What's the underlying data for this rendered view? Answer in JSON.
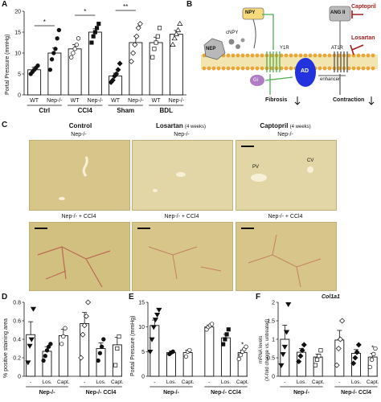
{
  "panels": {
    "A": "A",
    "B": "B",
    "C": "C",
    "D": "D",
    "E": "E",
    "F": "F"
  },
  "panelA": {
    "ylabel": "Portal Pressure (mmHg)",
    "yticks": [
      "0",
      "5",
      "10",
      "15",
      "20"
    ],
    "ylim": [
      0,
      20
    ],
    "genotypes": [
      "WT",
      "Nep-/-",
      "WT",
      "Nep-/-",
      "WT",
      "Nep-/-",
      "WT",
      "Nep-/-"
    ],
    "groups": [
      "Ctrl",
      "CCl4",
      "Sham",
      "BDL"
    ],
    "sig": [
      "*",
      "*",
      "**"
    ]
  },
  "panelB": {
    "npy": "NPY",
    "cnpy": "cNPY",
    "nep": "NEP",
    "y1r": "Y1R",
    "gi": "Gi",
    "ad": "AD",
    "enhancer": "enhancer",
    "at1r": "AT1R",
    "angii": "ANG II",
    "captopril": "Captopril",
    "losartan": "Losartan",
    "fibrosis": "Fibrosis",
    "contraction": "Contraction"
  },
  "panelC": {
    "col_control": "Control",
    "col_losartan": "Losartan",
    "col_losartan_note": "(4 weeks)",
    "col_captopril": "Captopril",
    "col_captopril_note": "(4 weeks)",
    "row1_label": "Nep-/-",
    "row2_label": "Nep-/- + CCl4",
    "pv": "PV",
    "cv": "CV"
  },
  "panelD": {
    "ylabel": "% positive staining area",
    "yticks": [
      "0",
      "0.2",
      "0.4",
      "0.6",
      "0.8"
    ],
    "treat": [
      "-",
      "Los.",
      "Capt.",
      "-",
      "Los.",
      "Capt."
    ],
    "group1": "Nep-/-",
    "group2": "Nep-/- CCl4"
  },
  "panelE": {
    "ylabel": "Portal Pressure (mmHg)",
    "yticks": [
      "0",
      "5",
      "10",
      "15"
    ],
    "treat": [
      "-",
      "Los.",
      "Capt.",
      "-",
      "Los.",
      "Capt."
    ],
    "group1": "Nep-/-",
    "group2": "Nep-/- CCl4",
    "sig": "*"
  },
  "panelF": {
    "title": "Col1a1",
    "ylabel1": "mRNA levels",
    "ylabel2": "(X-fold change vs. untreated)",
    "yticks": [
      "0",
      "0.5",
      "1",
      "1.5",
      "2"
    ],
    "treat": [
      "-",
      "Los.",
      "Capt.",
      "-",
      "Los.",
      "Capt."
    ],
    "group1": "Nep-/-",
    "group2": "Nep-/- CCl4",
    "sig": "*"
  },
  "chart_data": [
    {
      "type": "bar",
      "panel": "A",
      "ylabel": "Portal Pressure (mmHg)",
      "ylim": [
        0,
        20
      ],
      "categories": [
        "Ctrl WT",
        "Ctrl Nep-/-",
        "CCl4 WT",
        "CCl4 Nep-/-",
        "Sham WT",
        "Sham Nep-/-",
        "BDL WT",
        "BDL Nep-/-"
      ],
      "values": [
        6,
        10,
        11,
        15,
        4.5,
        12.5,
        12.5,
        14.5
      ],
      "errors": [
        0.6,
        1.2,
        1.0,
        0.8,
        0.7,
        1.5,
        1.3,
        0.9
      ],
      "points": [
        [
          5,
          5.5,
          6,
          6.5,
          7
        ],
        [
          6,
          8.5,
          10,
          11,
          13.5,
          15.5
        ],
        [
          9,
          10,
          11,
          12,
          13.5
        ],
        [
          12.5,
          14,
          15,
          16,
          17
        ],
        [
          3,
          3.5,
          4.5,
          5,
          6,
          7.5
        ],
        [
          8,
          10,
          12,
          14,
          16,
          17
        ],
        [
          9,
          11,
          12.5,
          14,
          16
        ],
        [
          12,
          13.5,
          14.5,
          15.5,
          17
        ]
      ]
    },
    {
      "type": "bar",
      "panel": "D",
      "ylabel": "% positive staining area",
      "ylim": [
        0,
        0.8
      ],
      "categories": [
        "-",
        "Los.",
        "Capt.",
        "-",
        "Los.",
        "Capt."
      ],
      "values": [
        0.45,
        0.27,
        0.44,
        0.57,
        0.3,
        0.34
      ],
      "errors": [
        0.14,
        0.05,
        0.07,
        0.12,
        0.06,
        0.08
      ],
      "points": [
        [
          0.15,
          0.33,
          0.4,
          0.73
        ],
        [
          0.17,
          0.22,
          0.28,
          0.32,
          0.35
        ],
        [
          0.35,
          0.43,
          0.52
        ],
        [
          0.2,
          0.45,
          0.55,
          0.65,
          0.8
        ],
        [
          0.17,
          0.25,
          0.32,
          0.4
        ],
        [
          0.12,
          0.3,
          0.43
        ]
      ]
    },
    {
      "type": "bar",
      "panel": "E",
      "ylabel": "Portal Pressure (mmHg)",
      "ylim": [
        0,
        15
      ],
      "categories": [
        "-",
        "Los.",
        "Capt.",
        "-",
        "Los.",
        "Capt."
      ],
      "values": [
        10.3,
        4.8,
        4.8,
        10.0,
        7.8,
        4.8
      ],
      "errors": [
        1.1,
        0.3,
        0.5,
        0.4,
        0.7,
        0.5
      ],
      "points": [
        [
          5,
          7.5,
          10,
          11.5,
          12.5,
          13.5
        ],
        [
          4.5,
          4.8,
          5
        ],
        [
          4,
          5,
          5.3
        ],
        [
          9.5,
          10,
          10.3,
          10.6
        ],
        [
          6.5,
          7.5,
          8.5,
          9.5
        ],
        [
          3.5,
          4.3,
          5,
          5.5,
          6
        ]
      ]
    },
    {
      "type": "bar",
      "panel": "F",
      "title": "Col1a1",
      "ylabel": "mRNA levels (X-fold change vs. untreated)",
      "ylim": [
        0,
        2
      ],
      "categories": [
        "-",
        "Los.",
        "Capt.",
        "-",
        "Los.",
        "Capt."
      ],
      "values": [
        1.0,
        0.65,
        0.52,
        0.98,
        0.62,
        0.52
      ],
      "errors": [
        0.38,
        0.1,
        0.08,
        0.26,
        0.1,
        0.1
      ],
      "points": [
        [
          0.3,
          0.6,
          0.8,
          1.2,
          1.95
        ],
        [
          0.4,
          0.55,
          0.7,
          0.85
        ],
        [
          0.3,
          0.45,
          0.55,
          0.7
        ],
        [
          0.3,
          0.75,
          1.0,
          1.5
        ],
        [
          0.35,
          0.5,
          0.65,
          0.85
        ],
        [
          0.25,
          0.45,
          0.6,
          0.75
        ]
      ]
    }
  ]
}
